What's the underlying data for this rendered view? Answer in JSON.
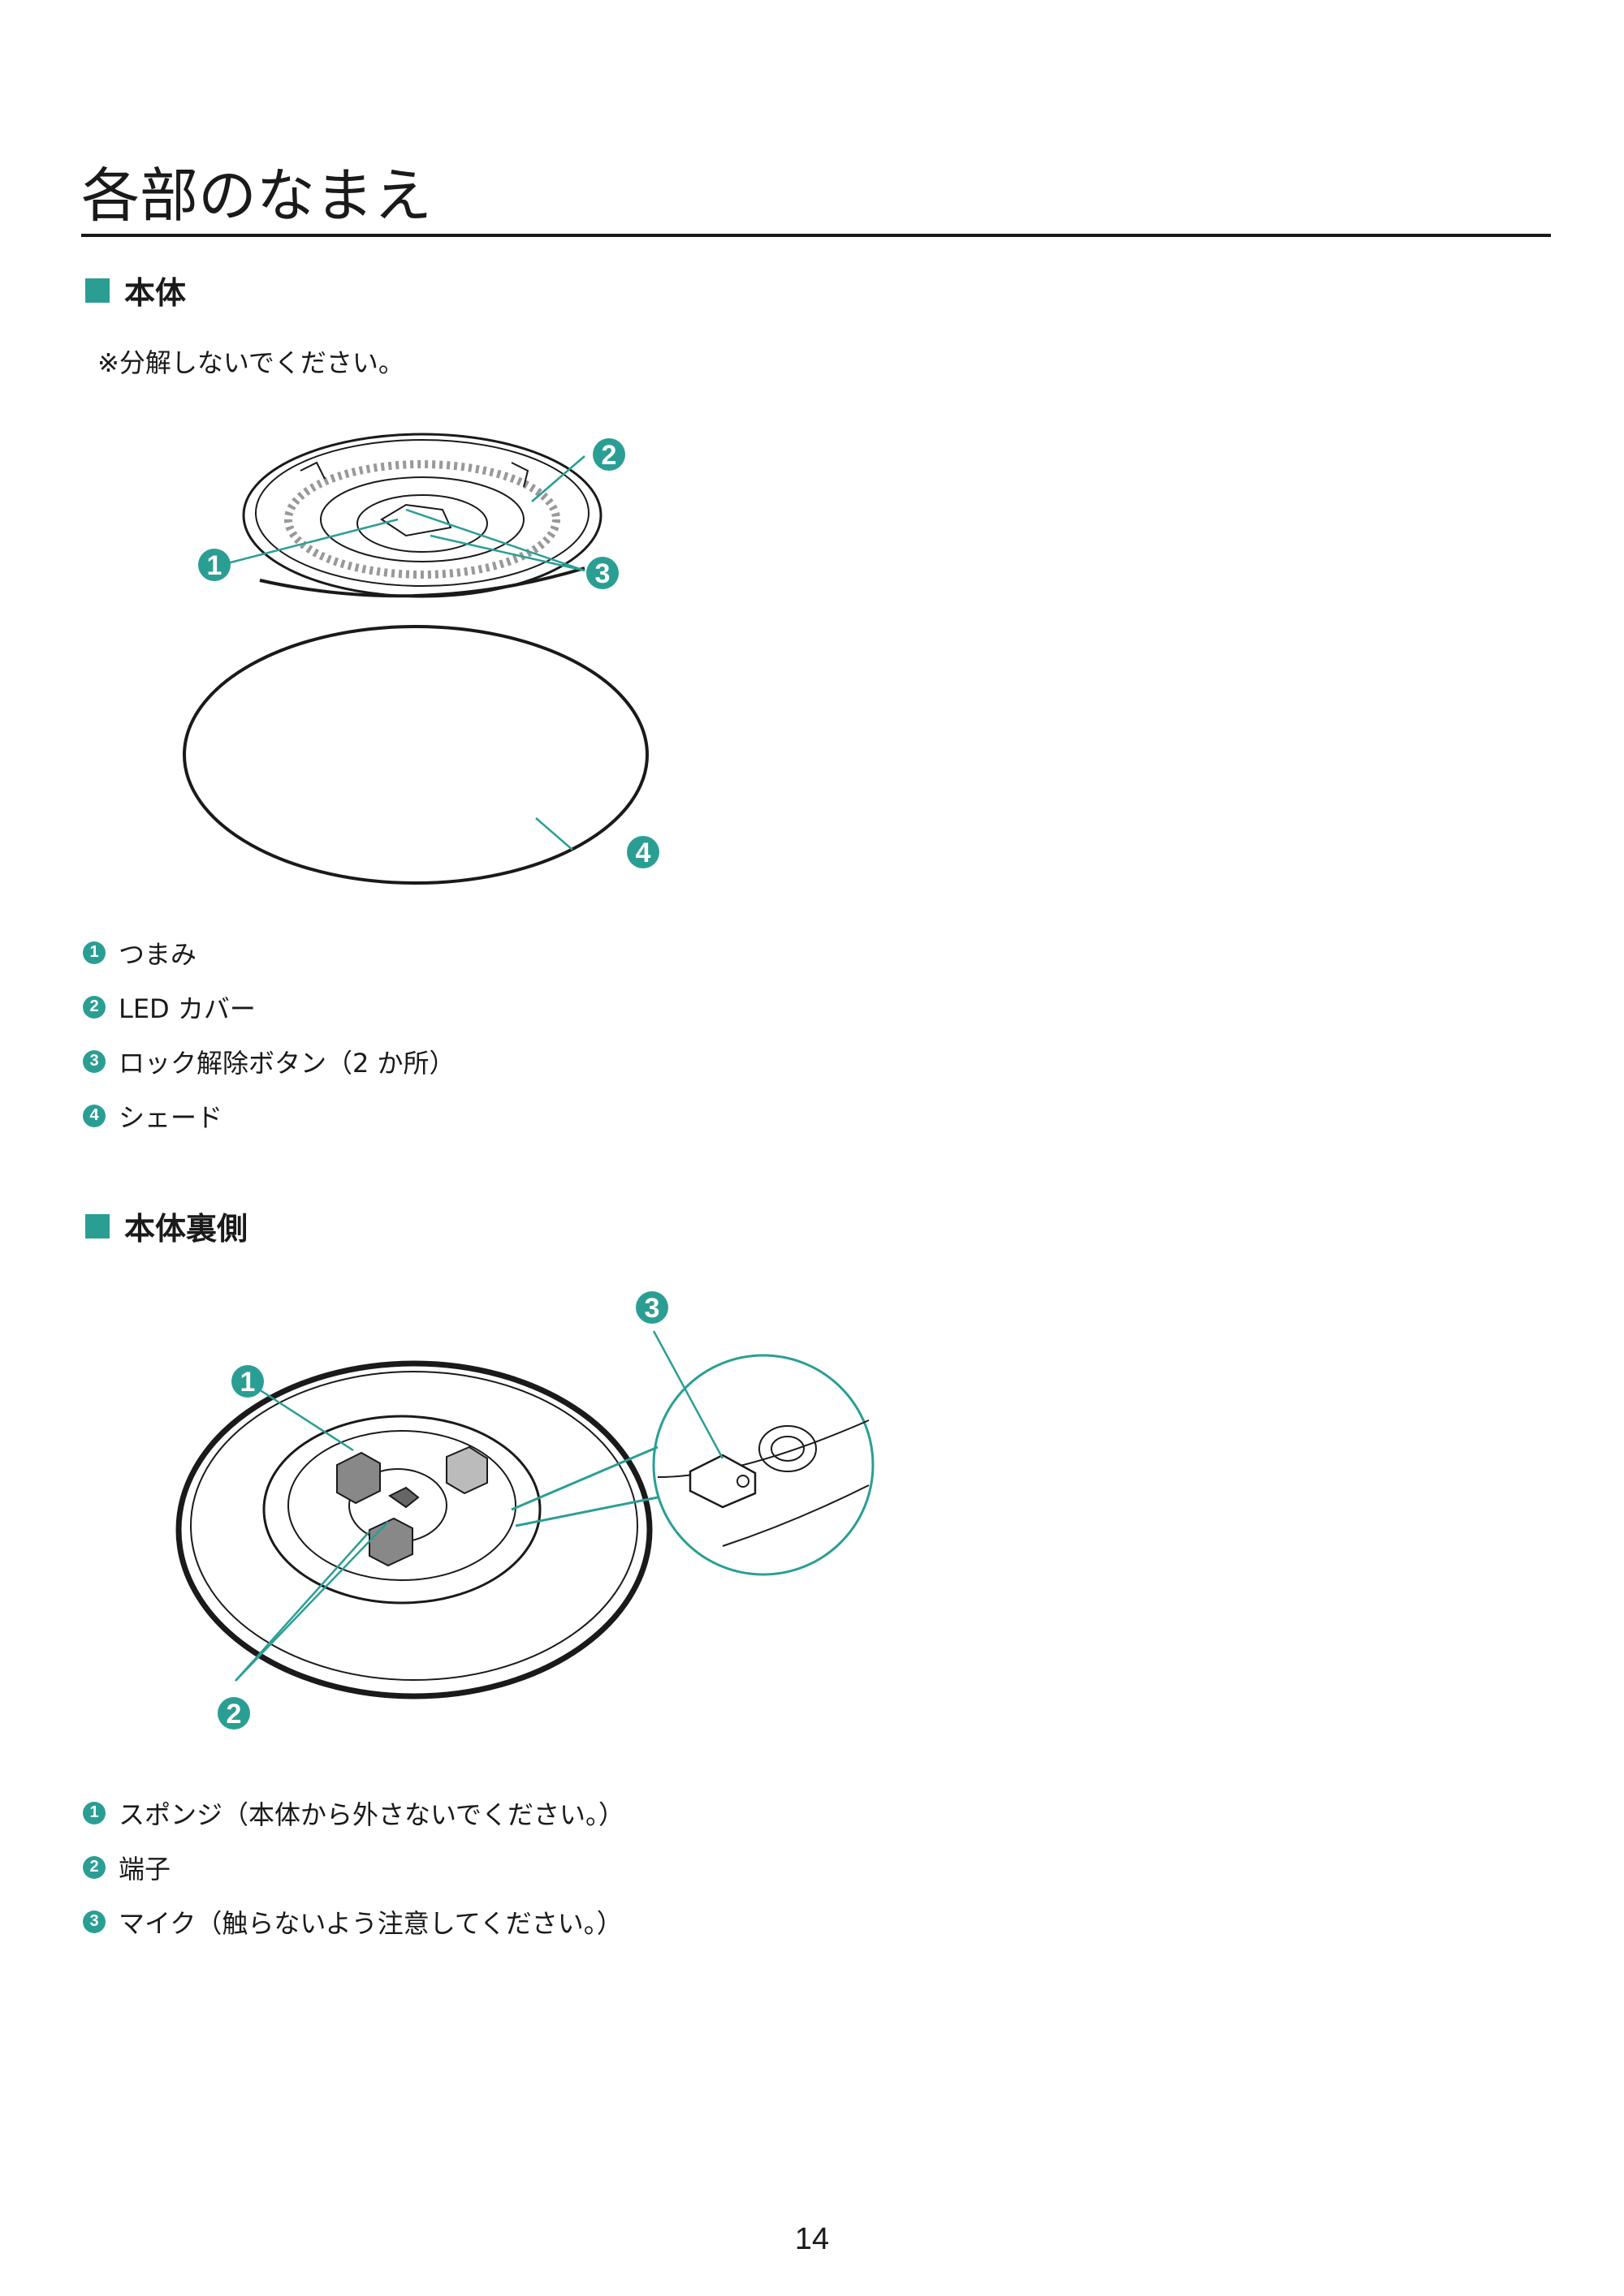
{
  "page": {
    "title": "各部のなまえ",
    "number": "14"
  },
  "section1": {
    "heading": "本体",
    "note": "※分解しないでください。",
    "callouts": [
      "1",
      "2",
      "3",
      "4"
    ],
    "items": [
      {
        "num": "1",
        "label": "つまみ"
      },
      {
        "num": "2",
        "label": "LED カバー"
      },
      {
        "num": "3",
        "label": "ロック解除ボタン（2 か所）"
      },
      {
        "num": "4",
        "label": "シェード"
      }
    ]
  },
  "section2": {
    "heading": "本体裏側",
    "callouts": [
      "1",
      "2",
      "3"
    ],
    "items": [
      {
        "num": "1",
        "label": "スポンジ（本体から外さないでください。）"
      },
      {
        "num": "2",
        "label": "端子"
      },
      {
        "num": "3",
        "label": "マイク（触らないよう注意してください。）"
      }
    ]
  },
  "colors": {
    "accent": "#2b9e94",
    "text": "#1a1a1a"
  }
}
